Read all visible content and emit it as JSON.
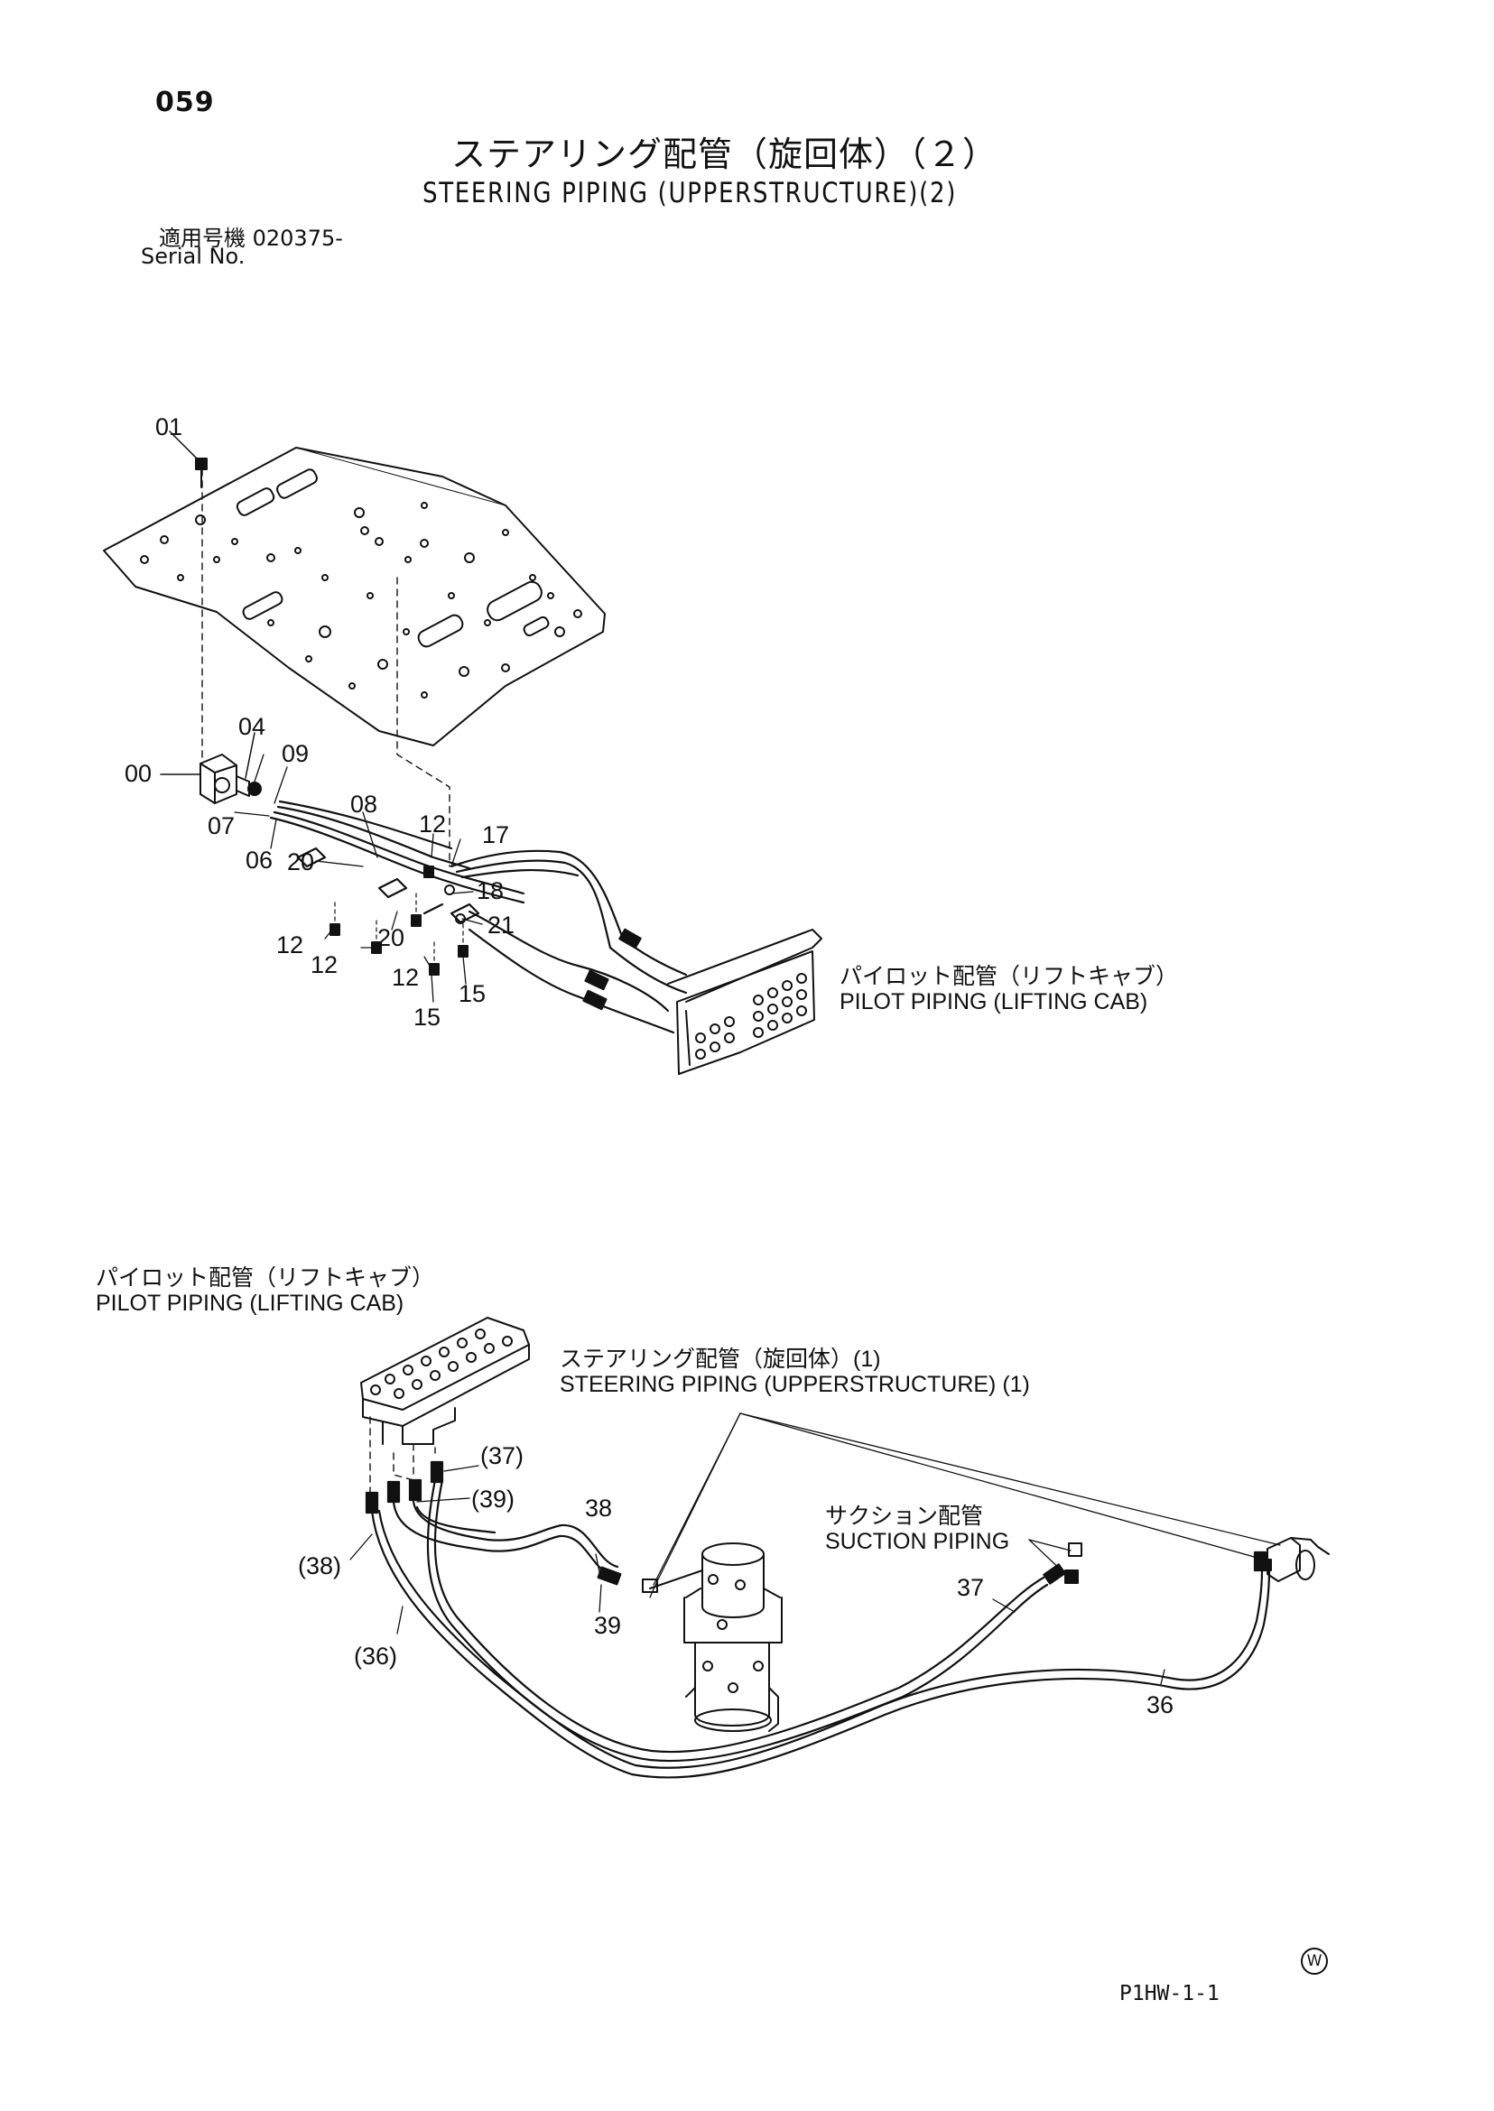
{
  "header": {
    "page_number": "059",
    "title_jp": "ステアリング配管（旋回体）（２）",
    "title_en": "STEERING PIPING (UPPERSTRUCTURE)(2)",
    "serial_jp": "適用号機 020375-",
    "serial_en": "Serial No."
  },
  "upper_diagram": {
    "part_labels": {
      "p01": "01",
      "p00": "00",
      "p04": "04",
      "p09": "09",
      "p07": "07",
      "p06": "06",
      "p08": "08",
      "p20a": "20",
      "p20b": "20",
      "p12a": "12",
      "p12b": "12",
      "p12c": "12",
      "p12d": "12",
      "p17": "17",
      "p18": "18",
      "p21": "21",
      "p15a": "15",
      "p15b": "15"
    },
    "ref_jp": "パイロット配管（リフトキャブ）",
    "ref_en": "PILOT PIPING (LIFTING CAB)"
  },
  "lower_diagram": {
    "ref_pilot_jp": "パイロット配管（リフトキャブ）",
    "ref_pilot_en": "PILOT PIPING (LIFTING CAB)",
    "ref_steer_jp": "ステアリング配管（旋回体）(1)",
    "ref_steer_en": "STEERING PIPING (UPPERSTRUCTURE) (1)",
    "ref_suction_jp": "サクション配管",
    "ref_suction_en": "SUCTION PIPING",
    "part_labels": {
      "p37p": "(37)",
      "p39p": "(39)",
      "p38p": "(38)",
      "p36p": "(36)",
      "p38": "38",
      "p39": "39",
      "p37": "37",
      "p36": "36"
    }
  },
  "footer": {
    "mark": "W",
    "code": "P1HW-1-1"
  }
}
